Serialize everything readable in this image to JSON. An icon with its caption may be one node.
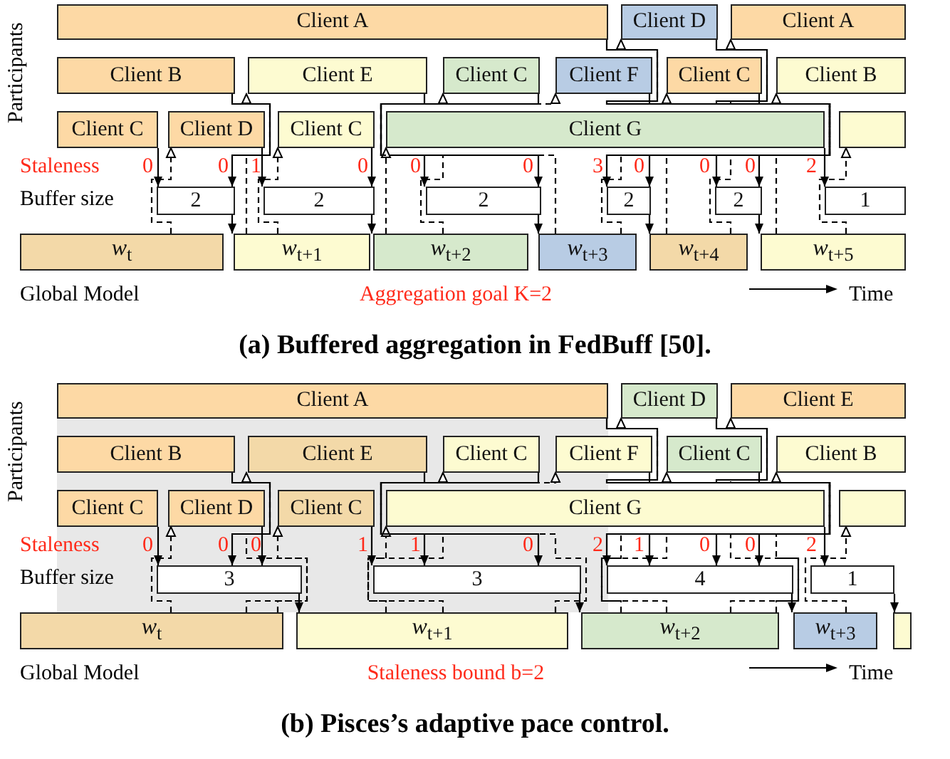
{
  "diagram": {
    "nodes": [
      {
        "text": [
          "Client A"
        ]
      },
      {
        "text": [
          "Client D"
        ]
      },
      {
        "text": [
          "Client A"
        ]
      },
      {
        "text": [
          "Client B"
        ]
      },
      {
        "text": [
          "Client E"
        ]
      },
      {
        "text": [
          "Client C"
        ]
      },
      {
        "text": [
          "Client F"
        ]
      },
      {
        "text": [
          "Client C"
        ]
      },
      {
        "text": [
          "Client B"
        ]
      },
      {
        "text": [
          "Client C"
        ]
      },
      {
        "text": [
          "Client D"
        ]
      },
      {
        "text": [
          "Client C"
        ]
      },
      {
        "text": [
          "Client G"
        ]
      },
      {
        "text": [],
        "shape": "bar"
      },
      {
        "text": [
          "2"
        ]
      },
      {
        "text": [
          "2"
        ]
      },
      {
        "text": [
          "2"
        ]
      },
      {
        "text": [
          "2"
        ]
      },
      {
        "text": [
          "2"
        ]
      },
      {
        "text": [
          "1"
        ]
      },
      {
        "text": [
          "*w*$_{t}$"
        ]
      },
      {
        "text": [
          "*w*$_{t+1}$"
        ]
      },
      {
        "text": [
          "*w*$_{t+2}$"
        ]
      },
      {
        "text": [
          "*w*$_{t+3}$"
        ]
      },
      {
        "text": [
          "*w*$_{t+4}$"
        ]
      },
      {
        "text": [
          "*w*$_{t+5}$"
        ]
      },
      {
        "text": [
          "Client A"
        ]
      },
      {
        "text": [
          "Client D"
        ]
      },
      {
        "text": [
          "Client E"
        ]
      },
      {
        "text": [
          "Client B"
        ]
      },
      {
        "text": [
          "Client E"
        ]
      },
      {
        "text": [
          "Client C"
        ]
      },
      {
        "text": [
          "Client F"
        ]
      },
      {
        "text": [
          "Client C"
        ]
      },
      {
        "text": [
          "Client B"
        ]
      },
      {
        "text": [
          "Client C"
        ]
      },
      {
        "text": [
          "Client D"
        ]
      },
      {
        "text": [
          "Client C"
        ]
      },
      {
        "text": [
          "Client G"
        ]
      },
      {
        "text": [],
        "shape": "bar"
      },
      {
        "text": [
          "3"
        ]
      },
      {
        "text": [
          "3"
        ]
      },
      {
        "text": [
          "4"
        ]
      },
      {
        "text": [
          "1"
        ]
      },
      {
        "text": [
          "*w*$_{t}$"
        ]
      },
      {
        "text": [
          "*w*$_{t+1}$"
        ]
      },
      {
        "text": [
          "*w*$_{t+2}$"
        ]
      },
      {
        "text": [
          "*w*$_{t+3}$"
        ]
      },
      {
        "text": [],
        "shape": "bar"
      }
    ],
    "edges": [
      {
        "from": 9,
        "to": 14,
        "arrow": "to"
      },
      {
        "from": 3,
        "to": 14,
        "arrow": "to"
      },
      {
        "from": 10,
        "to": 15,
        "arrow": "to"
      },
      {
        "from": 11,
        "to": 15,
        "arrow": "to"
      },
      {
        "from": 4,
        "to": 16,
        "arrow": "to"
      },
      {
        "from": 5,
        "to": 16,
        "arrow": "to"
      },
      {
        "from": 0,
        "to": 17,
        "arrow": "to"
      },
      {
        "from": 6,
        "to": 17,
        "arrow": "to"
      },
      {
        "from": 1,
        "to": 18,
        "arrow": "to"
      },
      {
        "from": 7,
        "to": 18,
        "arrow": "to"
      },
      {
        "from": 12,
        "to": 19,
        "arrow": "to"
      },
      {
        "from": 14,
        "to": 21,
        "arrow": "to"
      },
      {
        "from": 15,
        "to": 22,
        "arrow": "to"
      },
      {
        "from": 16,
        "to": 23,
        "arrow": "to"
      },
      {
        "from": 17,
        "to": 24,
        "arrow": "to"
      },
      {
        "from": 18,
        "to": 25,
        "arrow": "to"
      },
      {
        "from": 20,
        "to": 10,
        "arrow": "to",
        "style": "dashed"
      },
      {
        "from": 21,
        "to": 4,
        "arrow": "to",
        "style": "dashed"
      },
      {
        "from": 21,
        "to": 11,
        "arrow": "to",
        "style": "dashed"
      },
      {
        "from": 22,
        "to": 12,
        "arrow": "to",
        "style": "dashed"
      },
      {
        "from": 22,
        "to": 5,
        "arrow": "to",
        "style": "dashed"
      },
      {
        "from": 23,
        "to": 6,
        "arrow": "to",
        "style": "dashed"
      },
      {
        "from": 23,
        "to": 1,
        "arrow": "to",
        "style": "dashed"
      },
      {
        "from": 24,
        "to": 7,
        "arrow": "to",
        "style": "dashed"
      },
      {
        "from": 24,
        "to": 2,
        "arrow": "to",
        "style": "dashed"
      },
      {
        "from": 25,
        "to": 8,
        "arrow": "to",
        "style": "dashed"
      },
      {
        "from": 25,
        "to": 13,
        "arrow": "to",
        "style": "dashed"
      },
      {
        "from": 35,
        "to": 40,
        "arrow": "to"
      },
      {
        "from": 29,
        "to": 40,
        "arrow": "to"
      },
      {
        "from": 36,
        "to": 40,
        "arrow": "to"
      },
      {
        "from": 37,
        "to": 41,
        "arrow": "to"
      },
      {
        "from": 30,
        "to": 41,
        "arrow": "to"
      },
      {
        "from": 31,
        "to": 41,
        "arrow": "to"
      },
      {
        "from": 26,
        "to": 42,
        "arrow": "to"
      },
      {
        "from": 32,
        "to": 42,
        "arrow": "to"
      },
      {
        "from": 27,
        "to": 42,
        "arrow": "to"
      },
      {
        "from": 33,
        "to": 42,
        "arrow": "to"
      },
      {
        "from": 38,
        "to": 43,
        "arrow": "to"
      },
      {
        "from": 40,
        "to": 45,
        "arrow": "to"
      },
      {
        "from": 41,
        "to": 46,
        "arrow": "to"
      },
      {
        "from": 42,
        "to": 47,
        "arrow": "to"
      },
      {
        "from": 43,
        "to": 48,
        "arrow": "to"
      },
      {
        "from": 44,
        "to": 36,
        "arrow": "to",
        "style": "dashed"
      },
      {
        "from": 44,
        "to": 30,
        "arrow": "to",
        "style": "dashed"
      },
      {
        "from": 44,
        "to": 37,
        "arrow": "to",
        "style": "dashed"
      },
      {
        "from": 45,
        "to": 38,
        "arrow": "to",
        "style": "dashed"
      },
      {
        "from": 45,
        "to": 31,
        "arrow": "to",
        "style": "dashed"
      },
      {
        "from": 45,
        "to": 32,
        "arrow": "to",
        "style": "dashed"
      },
      {
        "from": 46,
        "to": 27,
        "arrow": "to",
        "style": "dashed"
      },
      {
        "from": 46,
        "to": 33,
        "arrow": "to",
        "style": "dashed"
      },
      {
        "from": 46,
        "to": 28,
        "arrow": "to",
        "style": "dashed"
      },
      {
        "from": 46,
        "to": 34,
        "arrow": "to",
        "style": "dashed"
      },
      {
        "from": 47,
        "to": 39,
        "arrow": "to",
        "style": "dashed"
      }
    ],
    "labels": [
      "Participants",
      "Staleness",
      "0",
      "0",
      "1",
      "0",
      "0",
      "0",
      "3",
      "0",
      "0",
      "0",
      "2",
      "Buffer size",
      "Global Model",
      "Aggregation goal K=2",
      "Time",
      "(a) Buffered aggregation in FedBuff [50].",
      "Participants",
      "Staleness",
      "0",
      "0",
      "0",
      "1",
      "1",
      "0",
      "2",
      "1",
      "0",
      "0",
      "2",
      "Buffer size",
      "Global Model",
      "Staleness bound b=2",
      "Time",
      "(b) Pisces’s adaptive pace control."
    ]
  }
}
